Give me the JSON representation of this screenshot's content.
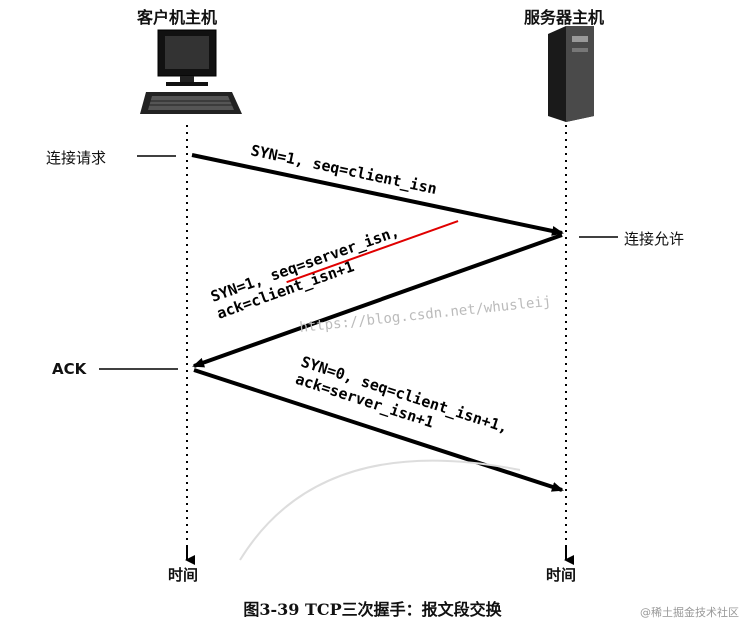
{
  "hosts": {
    "client": "客户机主机",
    "server": "服务器主机"
  },
  "side_labels": {
    "connect_request": "连接请求",
    "connect_allow": "连接允许",
    "ack": "ACK"
  },
  "time_label": "时间",
  "messages": {
    "syn": "SYN=1, seq=client_isn",
    "synack_line1": "SYN=1, seq=server_isn,",
    "synack_line2": "ack=client_isn+1",
    "ack_line1": "SYN=0, seq=client_isn+1,",
    "ack_line2": "ack=server_isn+1"
  },
  "watermark": "https://blog.csdn.net/whusleij",
  "caption": "图3-39   TCP三次握手：报文段交换",
  "corner_watermark": "@稀土掘金技术社区",
  "colors": {
    "underline": "#e00000"
  }
}
